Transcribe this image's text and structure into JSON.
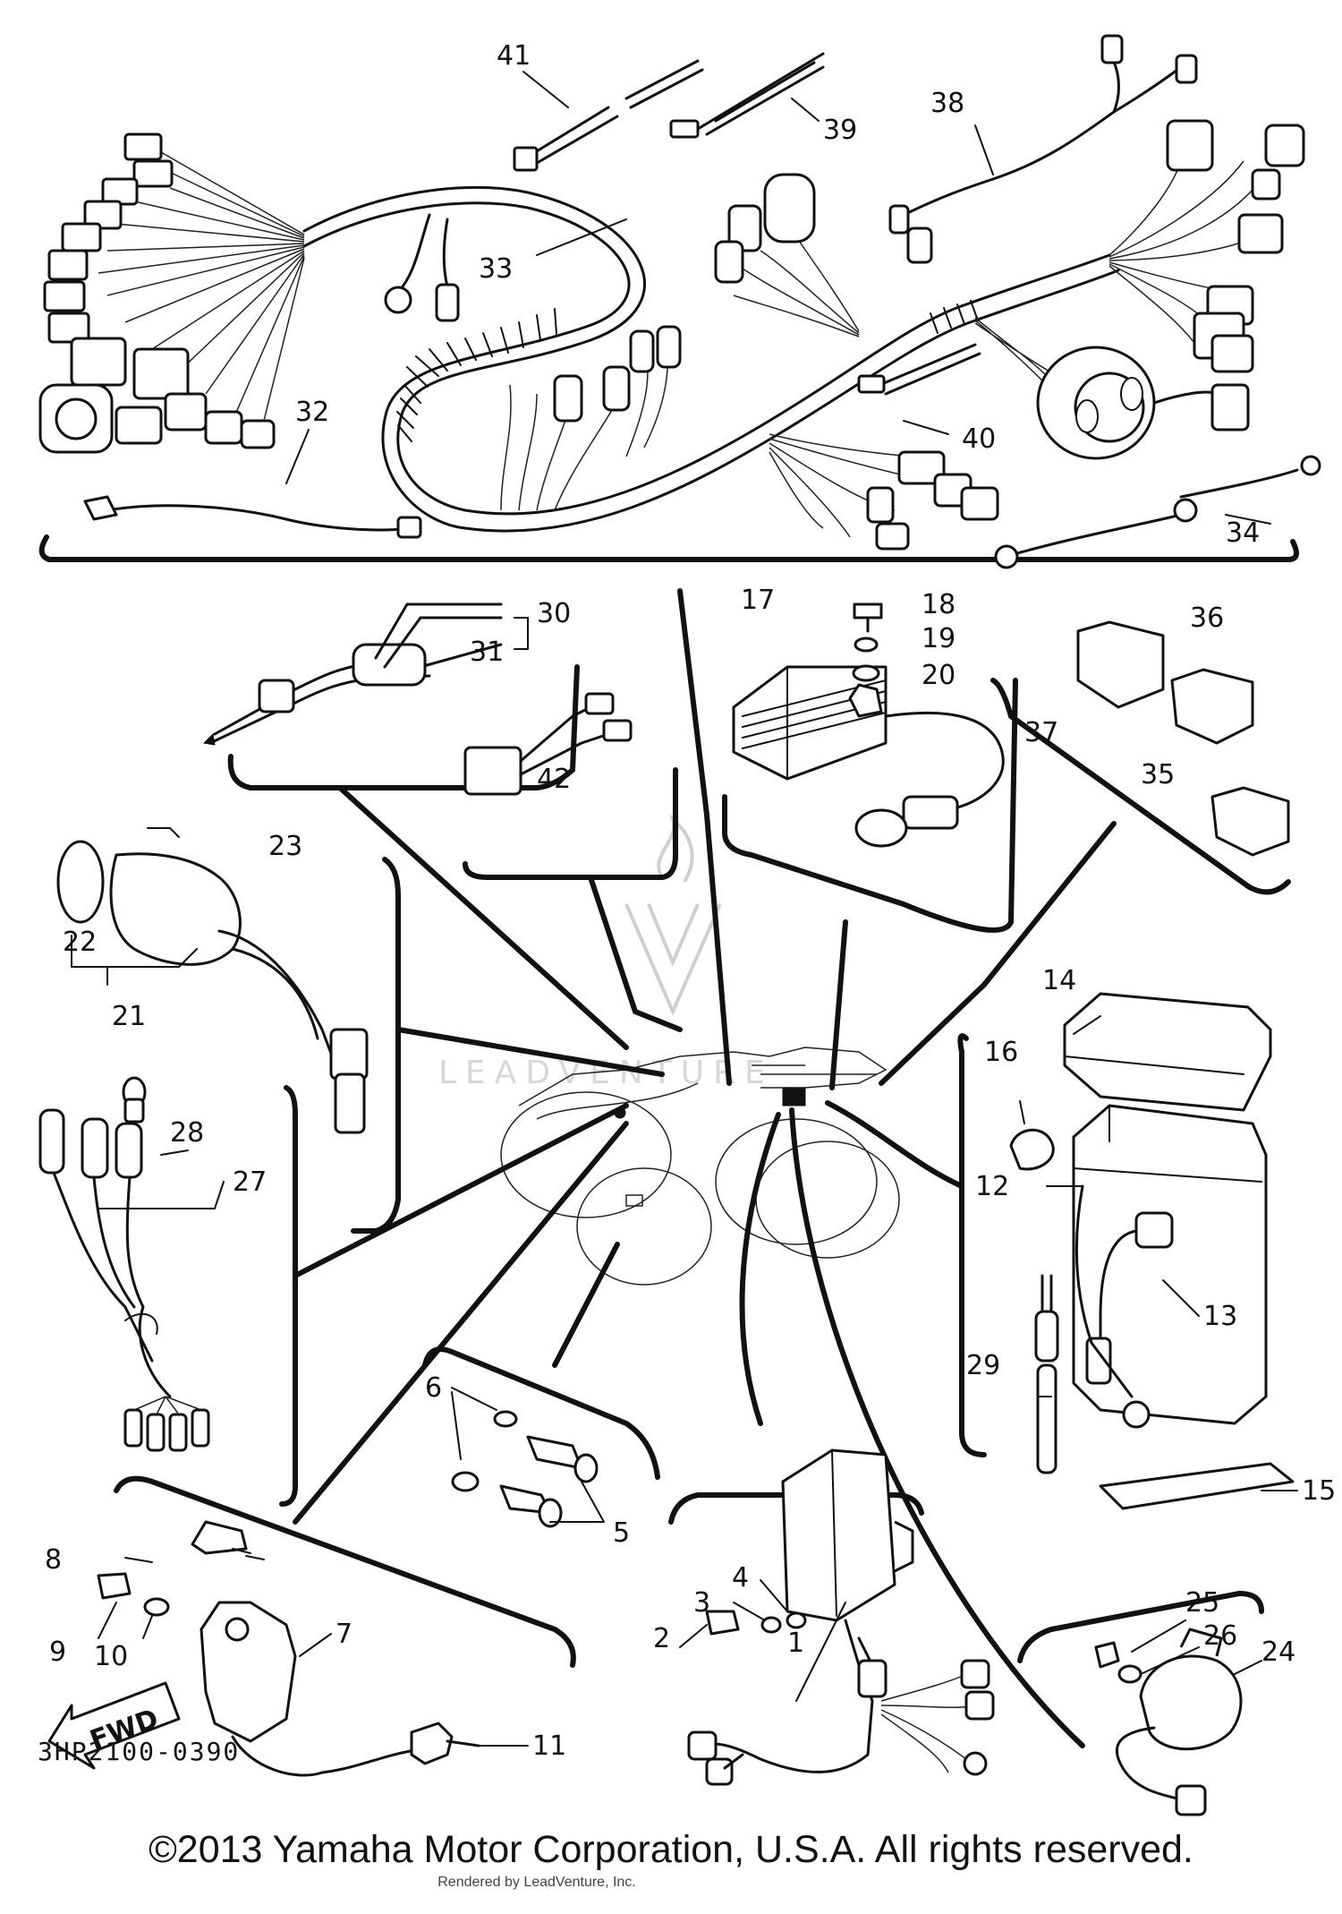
{
  "diagram": {
    "reference_code": "3HP2100-0390",
    "copyright": "©2013 Yamaha Motor Corporation, U.S.A. All rights reserved.",
    "rendered_by": "Rendered by LeadVenture, Inc.",
    "watermark": "LEADVENTURE",
    "direction_arrow": "FWD",
    "callouts": [
      "1",
      "2",
      "3",
      "4",
      "5",
      "6",
      "7",
      "8",
      "9",
      "10",
      "11",
      "12",
      "13",
      "14",
      "15",
      "16",
      "17",
      "18",
      "19",
      "20",
      "21",
      "22",
      "23",
      "24",
      "25",
      "26",
      "27",
      "28",
      "29",
      "30",
      "31",
      "32",
      "33",
      "34",
      "35",
      "36",
      "37",
      "38",
      "39",
      "40",
      "41",
      "42"
    ]
  }
}
